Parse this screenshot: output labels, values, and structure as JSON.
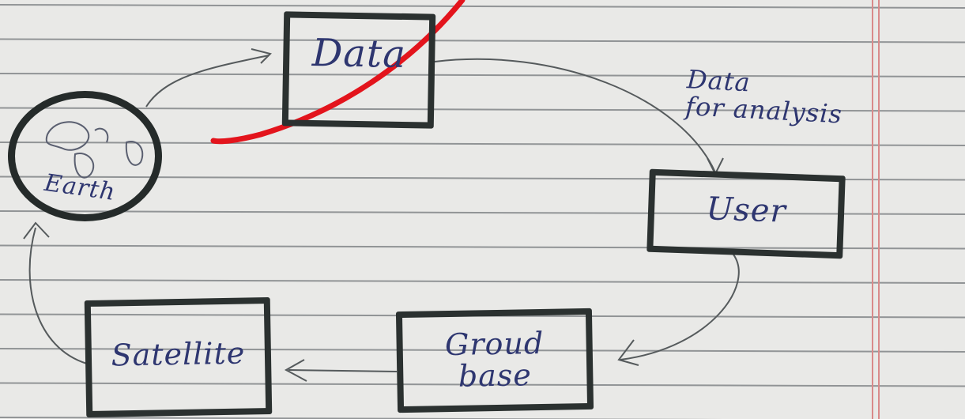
{
  "diagram": {
    "nodes": {
      "data": "Data",
      "earth": "Earth",
      "user": "User",
      "ground_base": "Groud\nbase",
      "satellite": "Satellite"
    },
    "annotation": "Data\nfor analysis",
    "edges": [
      {
        "from": "earth",
        "to": "data"
      },
      {
        "from": "data",
        "to": "user"
      },
      {
        "from": "user",
        "to": "ground_base"
      },
      {
        "from": "ground_base",
        "to": "satellite"
      },
      {
        "from": "satellite",
        "to": "earth"
      }
    ]
  },
  "colors": {
    "paper": "#e9e9e7",
    "rule_line": "#4a5055",
    "margin_line": "#d98a8a",
    "ink_box": "#2b3130",
    "ink_text": "#2e3670",
    "ink_pencil": "#555a5c",
    "overlay_mark": "#e3141c"
  }
}
